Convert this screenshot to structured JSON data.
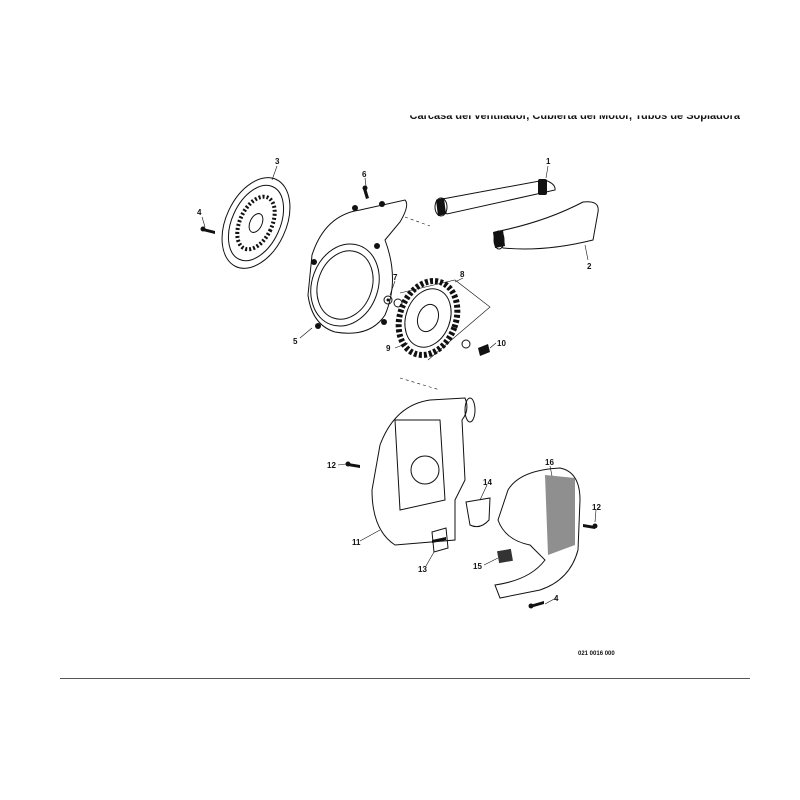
{
  "title": "Carcasa del ventilador, Cubierta del Motor, Tubos de Sopladora",
  "drawing_code": "021 0016 000",
  "callouts": {
    "c1": "1",
    "c2": "2",
    "c3": "3",
    "c4a": "4",
    "c4b": "4",
    "c5": "5",
    "c6": "6",
    "c7": "7",
    "c8": "8",
    "c9": "9",
    "c10": "10",
    "c11": "11",
    "c12a": "12",
    "c12b": "12",
    "c13": "13",
    "c14": "14",
    "c15": "15",
    "c16": "16"
  }
}
